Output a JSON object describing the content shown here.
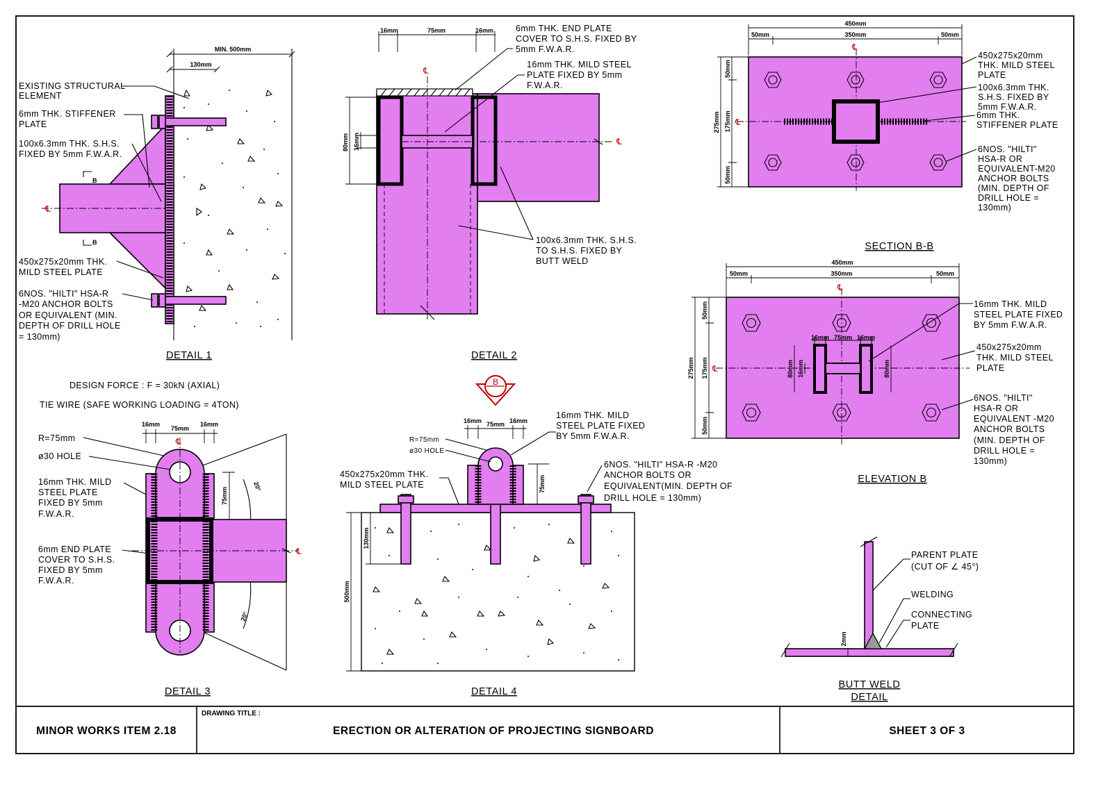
{
  "title_block": {
    "item": "MINOR WORKS ITEM 2.18",
    "drawing_title_label": "DRAWING TITLE :",
    "drawing_title": "ERECTION OR ALTERATION OF PROJECTING SIGNBOARD",
    "sheet": "SHEET 3 OF 3"
  },
  "detail1": {
    "title": "DETAIL 1",
    "dim_min500": "MIN. 500mm",
    "dim_130": "130mm",
    "section_mark": "B",
    "notes": [
      [
        "EXISTING STRUCTURAL",
        "ELEMENT"
      ],
      [
        "6mm THK. STIFFENER",
        "PLATE"
      ],
      [
        "100x6.3mm THK. S.H.S.",
        "FIXED BY 5mm F.W.A.R."
      ],
      [
        "450x275x20mm THK.",
        "MILD STEEL PLATE"
      ],
      [
        "6NOS. \"HILTI\" HSA-R",
        "-M20 ANCHOR BOLTS",
        "OR EQUIVALENT (MIN.",
        "DEPTH OF DRILL HOLE",
        "= 130mm)"
      ]
    ]
  },
  "detail2": {
    "title": "DETAIL 2",
    "dims": [
      "16mm",
      "75mm",
      "16mm",
      "80mm",
      "16mm"
    ],
    "notes": [
      [
        "6mm THK. END PLATE",
        "COVER TO S.H.S. FIXED BY",
        "5mm F.W.A.R."
      ],
      [
        "16mm THK. MILD STEEL",
        "PLATE FIXED BY 5mm",
        "F.W.A.R."
      ],
      [
        "100x6.3mm THK. S.H.S.",
        "TO S.H.S. FIXED BY",
        "BUTT WELD"
      ]
    ]
  },
  "section_bb": {
    "title": "SECTION B-B",
    "dims": [
      "450mm",
      "50mm",
      "350mm",
      "50mm",
      "275mm",
      "50mm",
      "175mm",
      "50mm"
    ],
    "notes": [
      [
        "450x275x20mm",
        "THK. MILD STEEL",
        "PLATE"
      ],
      [
        "100x6.3mm THK.",
        "S.H.S. FIXED BY",
        "5mm F.W.A.R."
      ],
      [
        "6mm THK.",
        "STIFFENER PLATE"
      ],
      [
        "6NOS. \"HILTI\"",
        "HSA-R OR",
        "EQUIVALENT-M20",
        "ANCHOR BOLTS",
        "(MIN. DEPTH OF",
        "DRILL HOLE =",
        "130mm)"
      ]
    ]
  },
  "elevation_b": {
    "title": "ELEVATION B",
    "dims": [
      "450mm",
      "50mm",
      "350mm",
      "50mm",
      "275mm",
      "50mm",
      "175mm",
      "50mm",
      "16mm",
      "75mm",
      "16mm",
      "80mm",
      "16mm",
      "80mm"
    ],
    "notes": [
      [
        "16mm THK. MILD",
        "STEEL PLATE FIXED",
        "BY 5mm F.W.A.R."
      ],
      [
        "450x275x20mm",
        "THK. MILD STEEL",
        "PLATE"
      ],
      [
        "6NOS. \"HILTI\"",
        "HSA-R OR",
        "EQUIVALENT -M20",
        "ANCHOR BOLTS",
        "(MIN. DEPTH OF",
        "DRILL HOLE =",
        "130mm)"
      ]
    ]
  },
  "detail3": {
    "title": "DETAIL 3",
    "design_force": "DESIGN FORCE : F = 30kN (AXIAL)",
    "tie_wire": "TIE WIRE (SAFE WORKING LOADING = 4TON)",
    "dims": [
      "16mm",
      "75mm",
      "16mm",
      "75mm",
      "20°",
      "20°"
    ],
    "notes": [
      [
        "R=75mm"
      ],
      [
        "ø30 HOLE"
      ],
      [
        "16mm THK. MILD",
        "STEEL PLATE",
        "FIXED BY 5mm",
        "F.W.A.R."
      ],
      [
        "6mm END PLATE",
        "COVER TO S.H.S.",
        "FIXED BY 5mm",
        "F.W.A.R."
      ]
    ]
  },
  "detail4": {
    "title": "DETAIL 4",
    "section_marker": "B",
    "dims": [
      "16mm",
      "75mm",
      "16mm",
      "75mm",
      "130mm",
      "500mm"
    ],
    "notes": [
      [
        "R=75mm"
      ],
      [
        "ø30 HOLE"
      ],
      [
        "16mm THK. MILD",
        "STEEL PLATE FIXED",
        "BY 5mm F.W.A.R."
      ],
      [
        "450x275x20mm THK.",
        "MILD STEEL PLATE"
      ],
      [
        "6NOS. \"HILTI\" HSA-R -M20",
        "ANCHOR BOLTS OR",
        "EQUIVALENT(MIN. DEPTH OF",
        "DRILL HOLE = 130mm)"
      ]
    ]
  },
  "butt_weld": {
    "title": [
      "BUTT WELD",
      "DETAIL"
    ],
    "dim": "2mm",
    "notes": [
      [
        "PARENT PLATE",
        "(CUT OF ∠ 45°)"
      ],
      [
        "WELDING"
      ],
      [
        "CONNECTING",
        "PLATE"
      ]
    ]
  },
  "centerline_symbol": "℄",
  "colors": {
    "steel": "#e27ef0",
    "centerline": "#c00000",
    "weld": "#000000"
  }
}
